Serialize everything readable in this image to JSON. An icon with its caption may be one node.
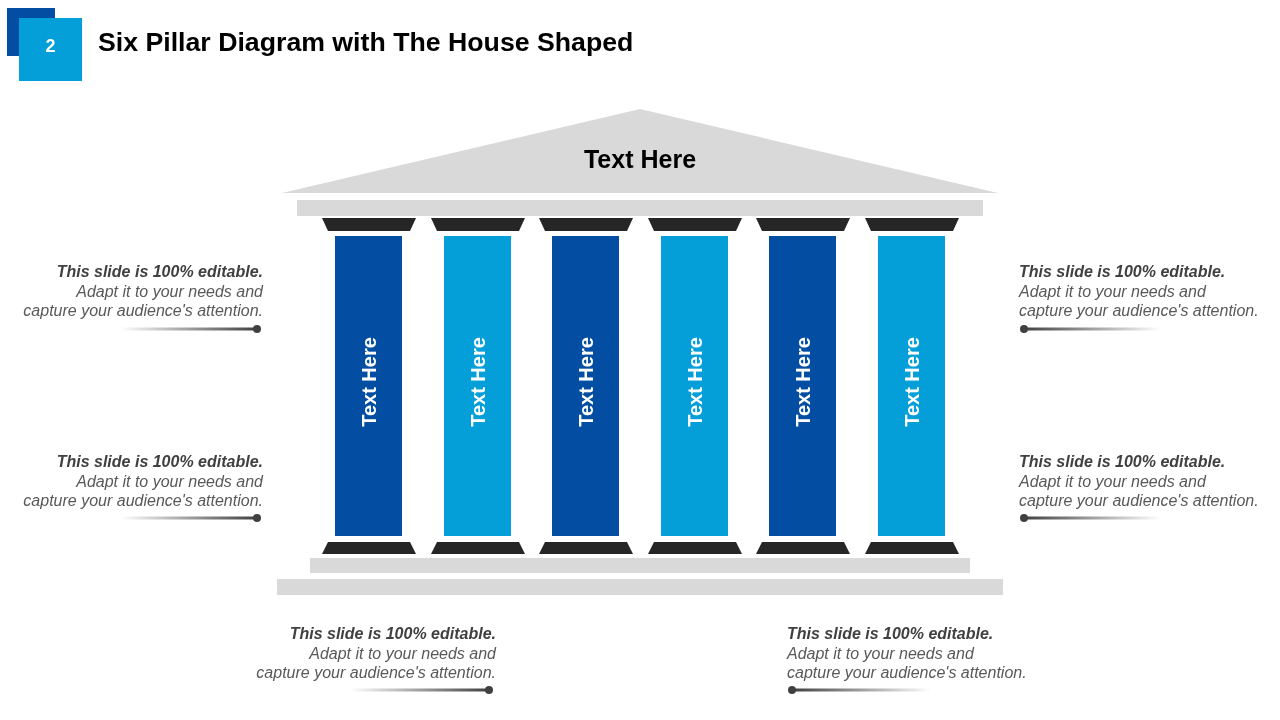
{
  "diagram": {
    "title": "Six Pillar Diagram with The House Shaped",
    "nodes": [
      {
        "text": [
          "2"
        ]
      },
      {
        "text": [
          "Text Here"
        ]
      },
      {
        "text": [
          "Text Here"
        ]
      },
      {
        "text": [
          "Text Here"
        ]
      },
      {
        "text": [
          "Text Here"
        ]
      },
      {
        "text": [
          "Text Here"
        ]
      },
      {
        "text": [
          "Text Here"
        ]
      },
      {
        "text": [
          "Text Here"
        ]
      }
    ],
    "labels": [
      "This slide is 100% editable.",
      "Adapt it to your needs and capture your audience's attention.",
      "This slide is 100% editable.",
      "Adapt it to your needs and capture your audience's attention.",
      "This slide is 100% editable.",
      "Adapt it to your needs and capture your audience's attention.",
      "This slide is 100% editable.",
      "Adapt it to your needs and capture your audience's attention.",
      "This slide is 100% editable.",
      "Adapt it to your needs and capture your audience's attention.",
      "This slide is 100% editable.",
      "Adapt it to your needs and capture your audience's attention."
    ]
  }
}
